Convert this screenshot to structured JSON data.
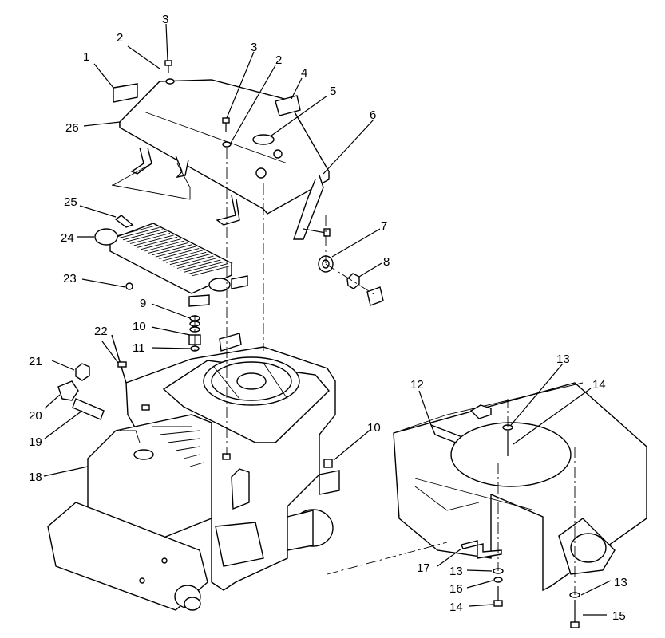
{
  "callouts": [
    {
      "id": "c1",
      "text": "1"
    },
    {
      "id": "c2a",
      "text": "2"
    },
    {
      "id": "c3a",
      "text": "3"
    },
    {
      "id": "c3b",
      "text": "3"
    },
    {
      "id": "c2b",
      "text": "2"
    },
    {
      "id": "c4",
      "text": "4"
    },
    {
      "id": "c5",
      "text": "5"
    },
    {
      "id": "c6",
      "text": "6"
    },
    {
      "id": "c26",
      "text": "26"
    },
    {
      "id": "c25",
      "text": "25"
    },
    {
      "id": "c24",
      "text": "24"
    },
    {
      "id": "c23",
      "text": "23"
    },
    {
      "id": "c7",
      "text": "7"
    },
    {
      "id": "c8",
      "text": "8"
    },
    {
      "id": "c9",
      "text": "9"
    },
    {
      "id": "c10a",
      "text": "10"
    },
    {
      "id": "c11",
      "text": "11"
    },
    {
      "id": "c22",
      "text": "22"
    },
    {
      "id": "c21",
      "text": "21"
    },
    {
      "id": "c20",
      "text": "20"
    },
    {
      "id": "c19",
      "text": "19"
    },
    {
      "id": "c18",
      "text": "18"
    },
    {
      "id": "c10b",
      "text": "10"
    },
    {
      "id": "c12",
      "text": "12"
    },
    {
      "id": "c13a",
      "text": "13"
    },
    {
      "id": "c14a",
      "text": "14"
    },
    {
      "id": "c17",
      "text": "17"
    },
    {
      "id": "c13b",
      "text": "13"
    },
    {
      "id": "c16",
      "text": "16"
    },
    {
      "id": "c14b",
      "text": "14"
    },
    {
      "id": "c13c",
      "text": "13"
    },
    {
      "id": "c15",
      "text": "15"
    }
  ]
}
